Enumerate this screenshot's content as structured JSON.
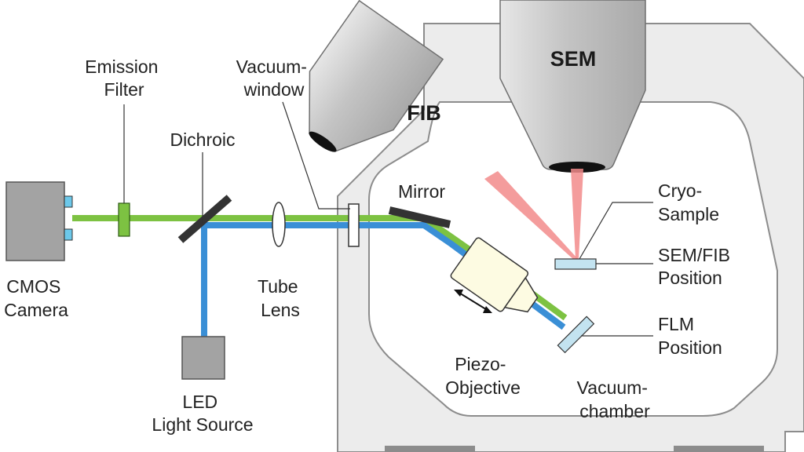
{
  "labels": {
    "emission_filter": [
      "Emission",
      "Filter"
    ],
    "vacuum_window": [
      "Vacuum-",
      "window"
    ],
    "dichroic": "Dichroic",
    "mirror": "Mirror",
    "fib": "FIB",
    "sem": "SEM",
    "cryo_sample": [
      "Cryo-",
      "Sample"
    ],
    "sem_fib_position": [
      "SEM/FIB",
      "Position"
    ],
    "flm_position": [
      "FLM",
      "Position"
    ],
    "cmos_camera": [
      "CMOS",
      "Camera"
    ],
    "tube_lens": [
      "Tube",
      "Lens"
    ],
    "led_light_source": [
      "LED",
      "Light Source"
    ],
    "piezo_objective": [
      "Piezo-",
      "Objective"
    ],
    "vacuum_chamber": [
      "Vacuum-",
      "chamber"
    ]
  },
  "colors": {
    "emission_beam": "#7dc242",
    "excitation_beam": "#3a8fd6",
    "ion_electron_beam": "#f28b8b",
    "chamber_fill": "#ececec",
    "chamber_stroke": "#8c8c8c",
    "column_fill": "#cfcfcf",
    "objective_fill": "#fdfbe2",
    "sample_fill": "#c3e3f0",
    "filter_fill": "#7dc242",
    "mirror_fill": "#333333"
  }
}
